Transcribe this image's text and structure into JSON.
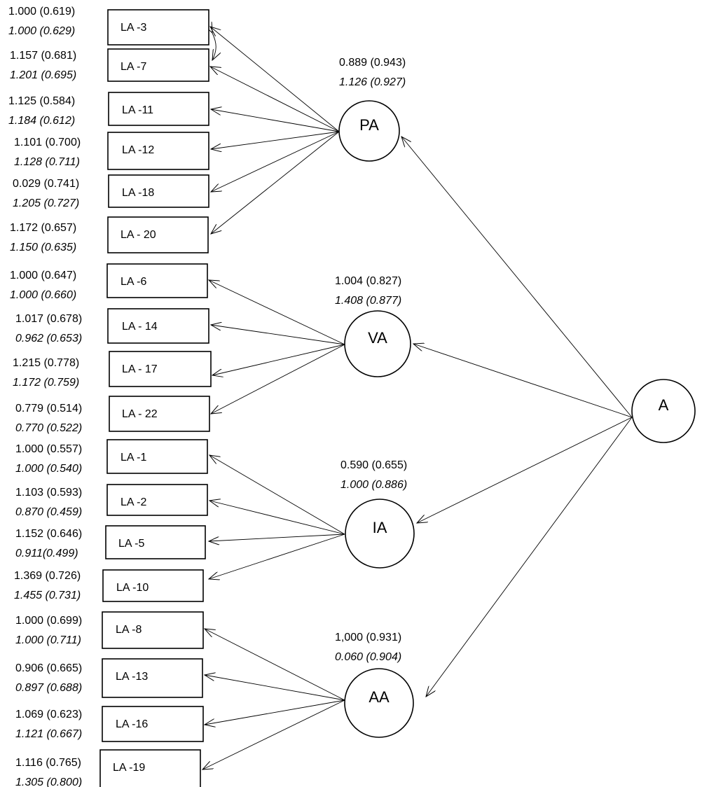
{
  "factors": [
    {
      "id": "PA",
      "label": "PA",
      "loading": "0.889 (0.943)",
      "loading_alt": "1.126 (0.927)"
    },
    {
      "id": "VA",
      "label": "VA",
      "loading": "1.004 (0.827)",
      "loading_alt": "1.408 (0.877)"
    },
    {
      "id": "IA",
      "label": "IA",
      "loading": "0.590 (0.655)",
      "loading_alt": "1.000 (0.886)"
    },
    {
      "id": "AA",
      "label": "AA",
      "loading": "1,000  (0.931)",
      "loading_alt": "0.060 (0.904)"
    },
    {
      "id": "A",
      "label": "A",
      "loading": "",
      "loading_alt": ""
    }
  ],
  "indicators": [
    {
      "label": "LA -3",
      "factor": "PA",
      "coef": "1.000 (0.619)",
      "coef_alt": "1.000 (0.629)"
    },
    {
      "label": "LA -7",
      "factor": "PA",
      "coef": "1.157 (0.681)",
      "coef_alt": "1.201 (0.695)"
    },
    {
      "label": "LA -11",
      "factor": "PA",
      "coef": "1.125 (0.584)",
      "coef_alt": "1.184  (0.612)"
    },
    {
      "label": "LA -12",
      "factor": "PA",
      "coef": "1.101 (0.700)",
      "coef_alt": "1.128 (0.711)"
    },
    {
      "label": "LA -18",
      "factor": "PA",
      "coef": "0.029 (0.741)",
      "coef_alt": "1.205 (0.727)"
    },
    {
      "label": "LA - 20",
      "factor": "PA",
      "coef": "1.172 (0.657)",
      "coef_alt": "1.150 (0.635)"
    },
    {
      "label": "LA -6",
      "factor": "VA",
      "coef": "1.000 (0.647)",
      "coef_alt": "1.000 (0.660)"
    },
    {
      "label": "LA - 14",
      "factor": "VA",
      "coef": "1.017 (0.678)",
      "coef_alt": "0.962 (0.653)"
    },
    {
      "label": "LA - 17",
      "factor": "VA",
      "coef": "1.215 (0.778)",
      "coef_alt": "1.172 (0.759)"
    },
    {
      "label": "LA - 22",
      "factor": "VA",
      "coef": "0.779 (0.514)",
      "coef_alt": "0.770 (0.522)"
    },
    {
      "label": "LA -1",
      "factor": "IA",
      "coef": "1.000 (0.557)",
      "coef_alt": "1.000 (0.540)"
    },
    {
      "label": "LA -2",
      "factor": "IA",
      "coef": "1.103 (0.593)",
      "coef_alt": "0.870 (0.459)"
    },
    {
      "label": "LA -5",
      "factor": "IA",
      "coef": "1.152 (0.646)",
      "coef_alt": "0.911(0.499)"
    },
    {
      "label": "LA -10",
      "factor": "IA",
      "coef": "1.369 (0.726)",
      "coef_alt": "1.455 (0.731)"
    },
    {
      "label": "LA -8",
      "factor": "AA",
      "coef": "1.000 (0.699)",
      "coef_alt": "1.000 (0.711)"
    },
    {
      "label": "LA -13",
      "factor": "AA",
      "coef": "0.906 (0.665)",
      "coef_alt": "0.897 (0.688)"
    },
    {
      "label": "LA -16",
      "factor": "AA",
      "coef": "1.069 (0.623)",
      "coef_alt": "1.121 (0.667)"
    },
    {
      "label": "LA -19",
      "factor": "AA",
      "coef": "1.116 (0.765)",
      "coef_alt": "1.305  (0.800)"
    }
  ],
  "second_order": {
    "factor": "A",
    "targets": [
      "PA",
      "VA",
      "IA",
      "AA"
    ]
  },
  "correlations": [
    [
      "LA -3",
      "LA -7"
    ]
  ],
  "colors": {
    "line": "#000000",
    "background": "#ffffff"
  }
}
